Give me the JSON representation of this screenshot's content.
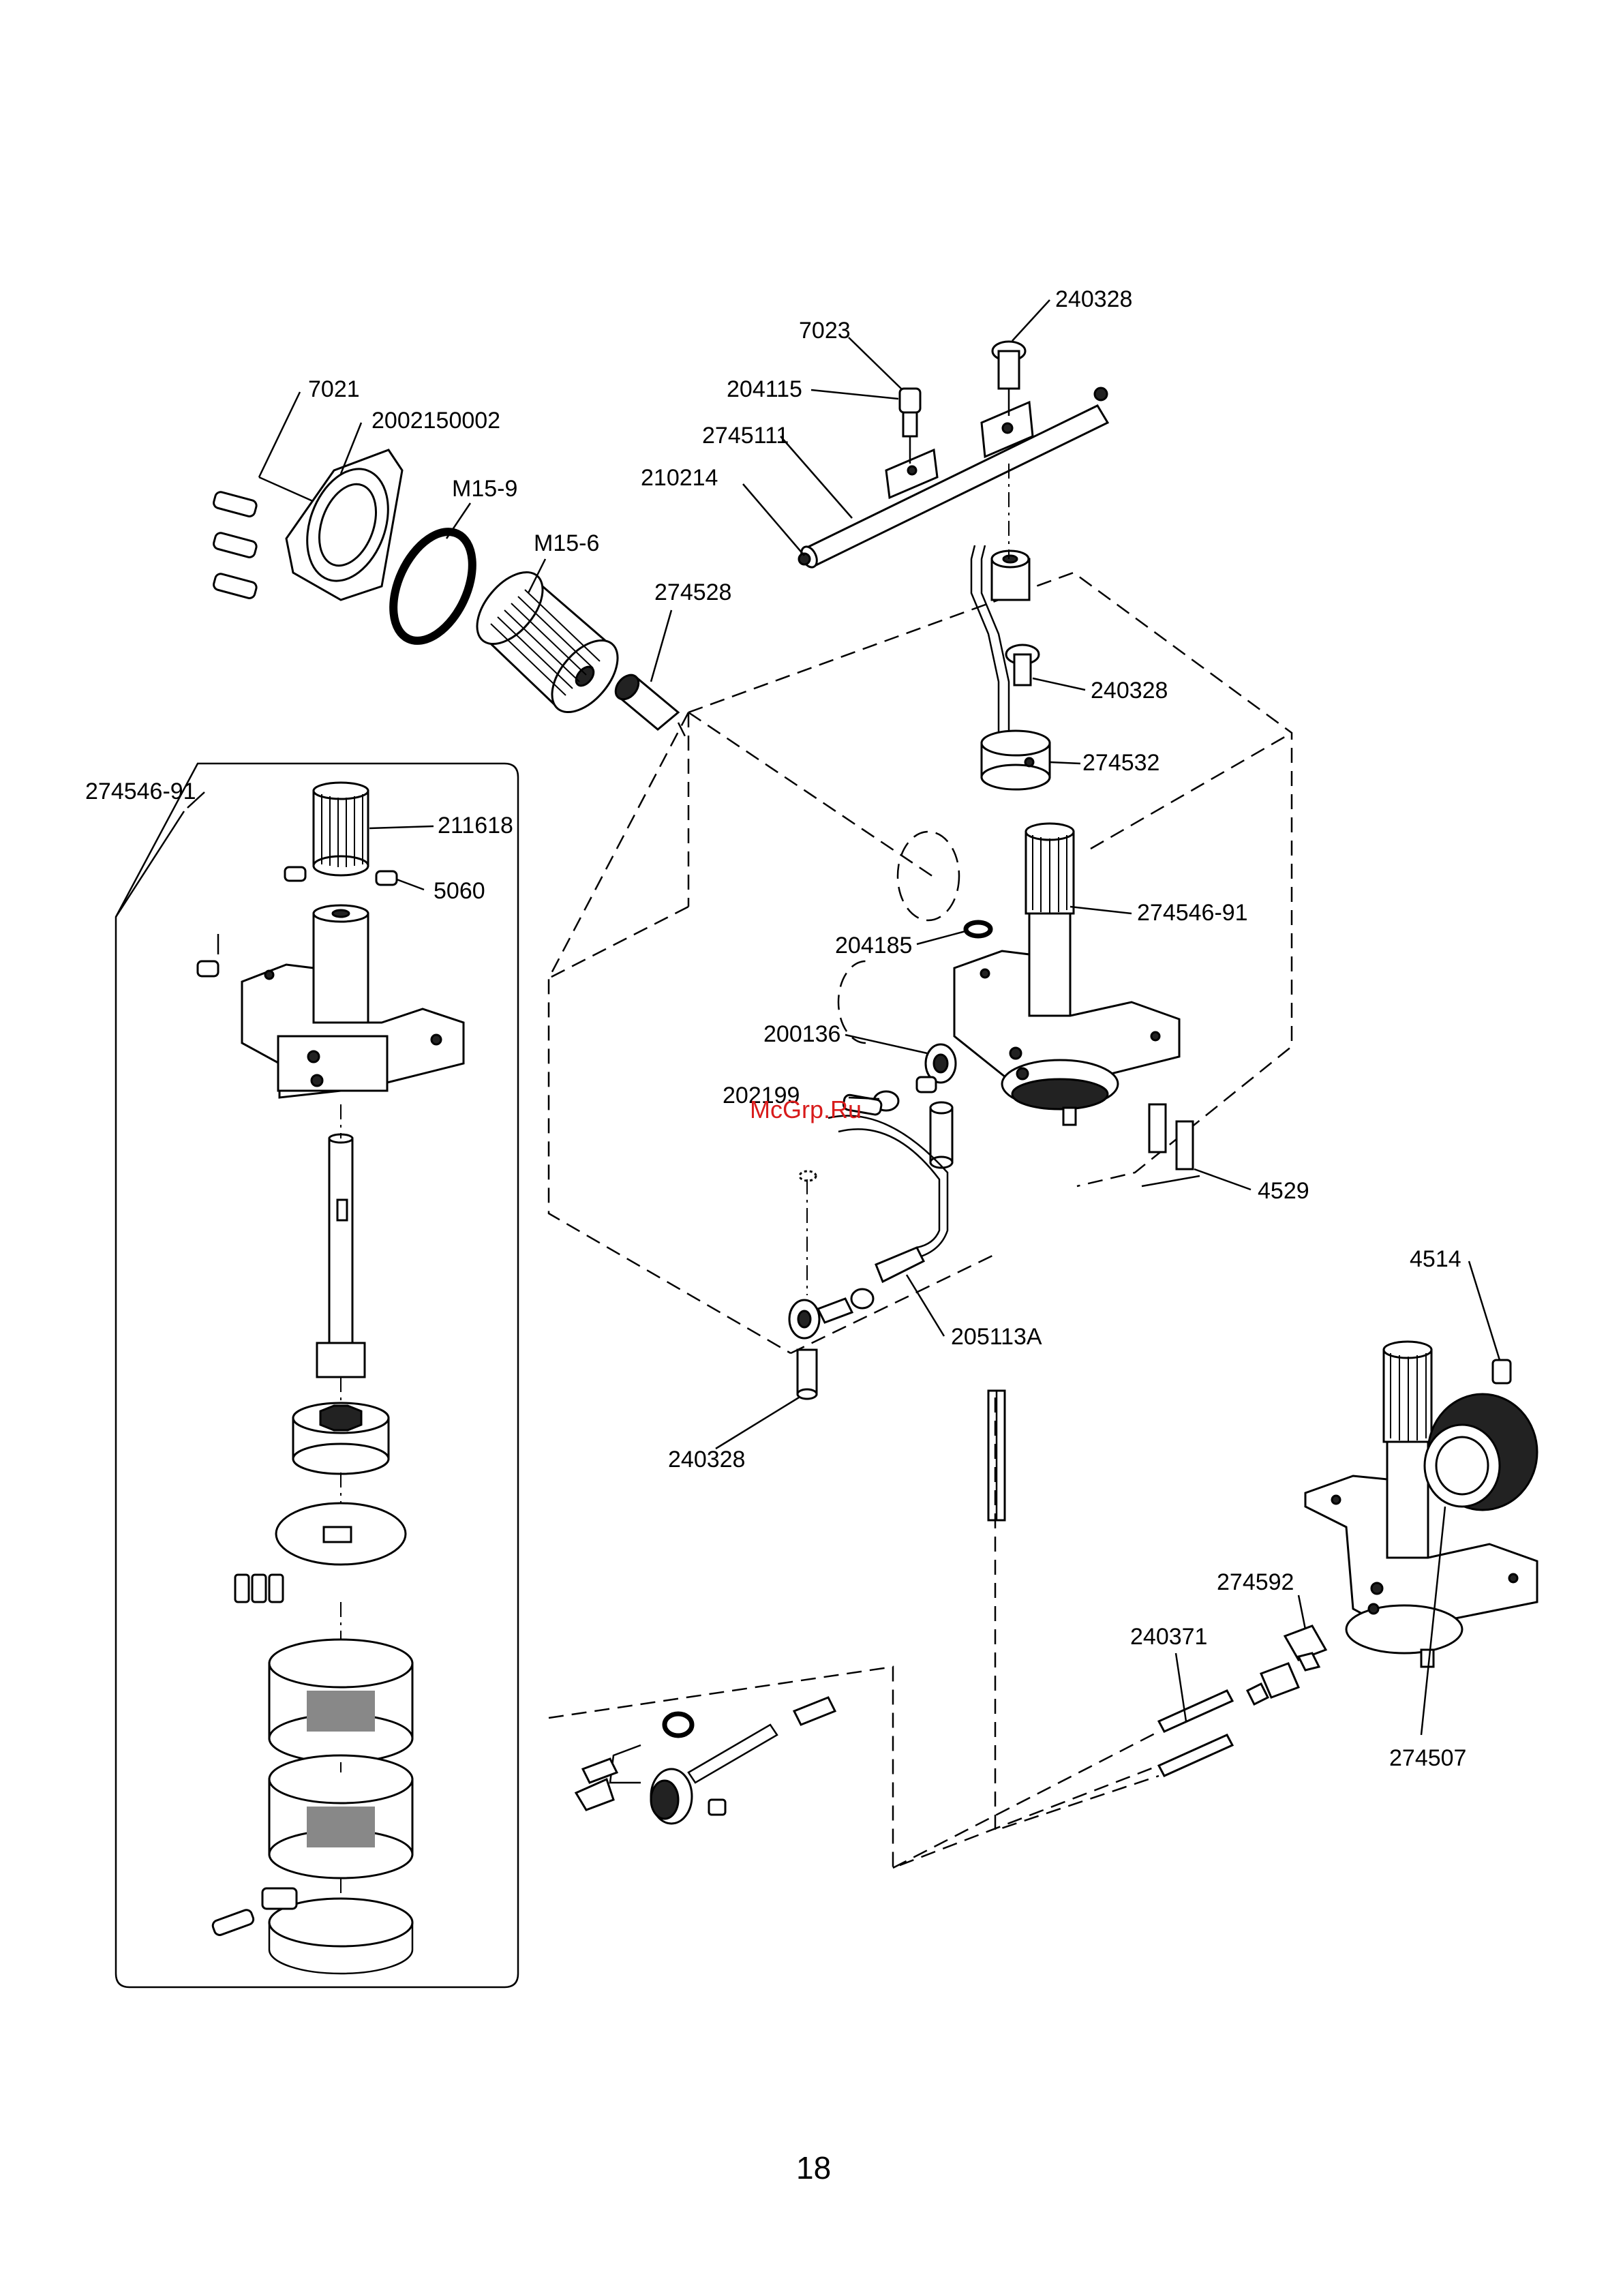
{
  "diagram": {
    "labels": {
      "l7021": "7021",
      "l2002150002": "2002150002",
      "lM159": "M15-9",
      "lM156": "M15-6",
      "l274528": "274528",
      "l7023": "7023",
      "l240328a": "240328",
      "l204115": "204115",
      "l2745111": "2745111",
      "l210214": "210214",
      "l240328b": "240328",
      "l274532": "274532",
      "l274546_91a": "274546-91",
      "l211618": "211618",
      "l5060": "5060",
      "l204185": "204185",
      "l274546_91b": "274546-91",
      "l200136": "200136",
      "l202199": "202199",
      "l4529": "4529",
      "l205113A": "205113A",
      "l240328c": "240328",
      "l4514": "4514",
      "l274592": "274592",
      "l240371": "240371",
      "l274507": "274507"
    },
    "watermark": "McGrp.Ru",
    "page_number": "18"
  }
}
